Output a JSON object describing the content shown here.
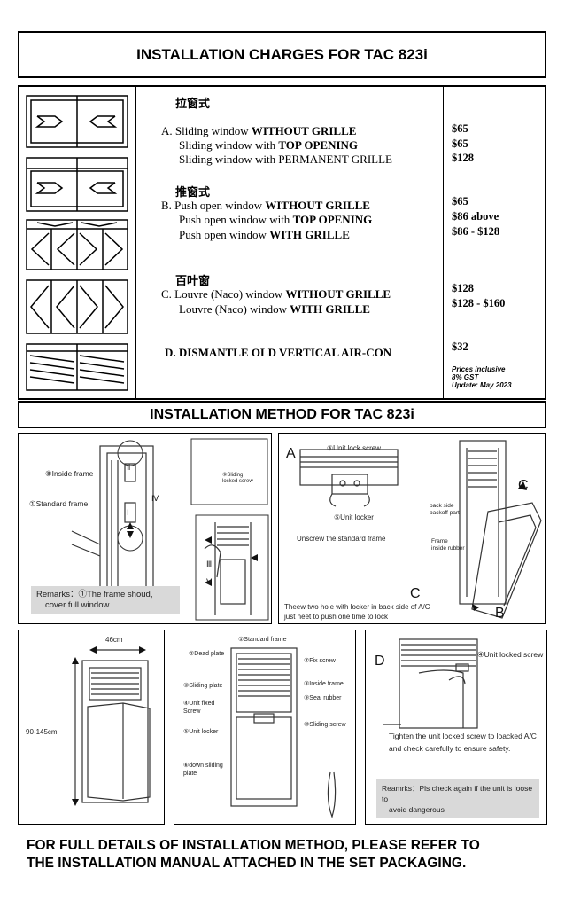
{
  "header": {
    "title": "INSTALLATION CHARGES FOR TAC 823i"
  },
  "charges": {
    "sections": [
      {
        "cn": "拉窗式",
        "rows": [
          {
            "text": "A.  Sliding window ",
            "bold": "WITHOUT GRILLE",
            "price": "$65"
          },
          {
            "text": "Sliding window with ",
            "bold": "TOP OPENING",
            "price": "$65"
          },
          {
            "text": "Sliding window with PERMANENT GRILLE",
            "bold": "",
            "price": "$128"
          }
        ]
      },
      {
        "cn": "推窗式",
        "rows": [
          {
            "text": "B.  Push open window ",
            "bold": "WITHOUT GRILLE",
            "price": "$65"
          },
          {
            "text": "Push open window with ",
            "bold": "TOP OPENING",
            "price": "$86 above"
          },
          {
            "text": "Push open window ",
            "bold": "WITH GRILLE",
            "price": "$86 - $128"
          }
        ]
      },
      {
        "cn": "百叶窗",
        "rows": [
          {
            "text": "C.  Louvre (Naco) window ",
            "bold": "WITHOUT GRILLE",
            "price": "$128"
          },
          {
            "text": "Louvre (Naco) window ",
            "bold": "WITH GRILLE",
            "price": "$128 - $160"
          }
        ]
      }
    ],
    "dismantle": {
      "text": "D.  DISMANTLE OLD VERTICAL AIR-CON",
      "price": "$32"
    },
    "note": [
      "Prices inclusive",
      "8% GST",
      "Update: May 2023"
    ]
  },
  "method": {
    "title": "INSTALLATION METHOD FOR TAC 823i"
  },
  "panel1": {
    "inside_frame": "⑧Inside frame",
    "standard_frame": "①Standard frame",
    "sliding_locked": [
      "⑨Sliding",
      "locked screw"
    ],
    "roman": [
      "Ⅱ",
      "Ⅰ",
      "Ⅳ",
      "Ⅲ",
      "Ⅴ"
    ],
    "remarks": [
      "Remarks：①The frame shoud,",
      "cover full window."
    ]
  },
  "panel2": {
    "letter_a": "A",
    "unit_lock_screw": "④Unit lock screw",
    "unit_locker": "⑤Unit locker",
    "unscrew": "Unscrew the standard frame",
    "back_side": [
      "back side",
      "backoff part"
    ],
    "frame_rubber": [
      "Frame",
      "inside rubber"
    ],
    "letter_c": "C",
    "letter_c2": "C",
    "letter_b": "B",
    "caption": [
      "Theew two hole with locker in back side of A/C",
      "just neet to push one time to lock"
    ]
  },
  "panel3": {
    "width": "46cm",
    "height": "90-145cm"
  },
  "panel4": {
    "labels": [
      "①Standard frame",
      "②Dead plate",
      "⑦Fix screw",
      "③Sliding plate",
      "⑧Inside frame",
      "⑨Seal rubber",
      "④Unit fixed",
      "Screw",
      "⑩Sliding screw",
      "⑤Unit locker",
      "⑥down sliding",
      "plate"
    ]
  },
  "panel5": {
    "letter_d": "D",
    "unit_locked_screw": "④Unit locked screw",
    "instruction": [
      "Tighten the unit locked screw to loacked A/C",
      "and check carefully to ensure safety."
    ],
    "remark": [
      "Reamrks：Pls check again if the unit is loose to",
      "avoid dangerous"
    ]
  },
  "footer": {
    "line1": "FOR FULL DETAILS OF INSTALLATION METHOD, PLEASE REFER TO",
    "line2": "THE INSTALLATION MANUAL ATTACHED IN THE SET PACKAGING."
  }
}
